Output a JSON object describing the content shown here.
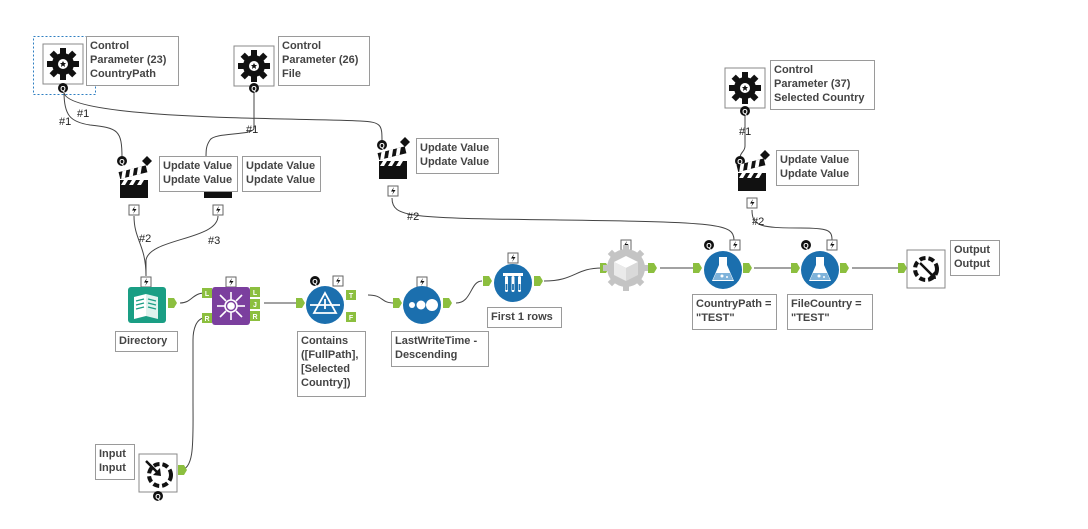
{
  "tools": {
    "control_23": {
      "label": "Control\nParameter (23)\nCountryPath",
      "anchor": "Q"
    },
    "control_26": {
      "label": "Control\nParameter (26)\nFile",
      "anchor": "Q"
    },
    "control_37": {
      "label": "Control\nParameter (37)\nSelected Country",
      "anchor": "Q"
    },
    "update_a": {
      "label": "Update Value\nUpdate Value",
      "anchor_in": "Q",
      "anchor_out": "⚡"
    },
    "update_b": {
      "label": "Update Value\nUpdate Value",
      "anchor_in": "Q",
      "anchor_out": "⚡"
    },
    "update_c": {
      "label": "Update Value\nUpdate Value",
      "anchor_in": "Q",
      "anchor_out": "⚡"
    },
    "update_d": {
      "label": "Update Value\nUpdate Value",
      "anchor_in": "Q",
      "anchor_out": "⚡"
    },
    "directory": {
      "label": "Directory",
      "anchor": "⚡"
    },
    "join": {
      "anchor_L": "L",
      "anchor_R": "R",
      "anchor_J": "J"
    },
    "filter": {
      "label": "Contains\n([FullPath],\n[Selected\nCountry])",
      "anchor_T": "T",
      "anchor_F": "F"
    },
    "sort": {
      "label": "LastWriteTime -\nDescending"
    },
    "sample": {
      "label": "First 1 rows"
    },
    "formula_country_path": {
      "label": "CountryPath =\n\"TEST\""
    },
    "formula_file_country": {
      "label": "FileCountry =\n\"TEST\""
    },
    "macro_output": {
      "label": "Output\nOutput"
    },
    "macro_input": {
      "label": "Input\nInput"
    }
  },
  "wires": {
    "c23_first": "#1",
    "c23_second": "#1",
    "c26": "#1",
    "c37": "#1",
    "upd_a_dir": "#2",
    "upd_b_dir": "#3",
    "upd_c_formula": "#2",
    "upd_d_formula": "#2"
  },
  "colors": {
    "connector": "#8cbf3f",
    "directory": "#1a9e84",
    "join": "#7b3f9e",
    "filter": "#1b6fae",
    "sort": "#1b6fae",
    "sample": "#1b6fae",
    "formula": "#1b6fae",
    "dynamic_input": "#b8b8b8",
    "selection": "#2f7fc2"
  },
  "icons": {
    "control": "gear-icon",
    "update": "clapperboard-icon",
    "directory": "book-icon",
    "join": "join-icon",
    "filter": "triangle-filter-icon",
    "sort": "sort-dots-icon",
    "sample": "test-tubes-icon",
    "dynamic_input": "cube-gear-icon",
    "formula": "flask-icon",
    "macro_output": "arrow-out-gear-icon",
    "macro_input": "arrow-in-gear-icon"
  }
}
